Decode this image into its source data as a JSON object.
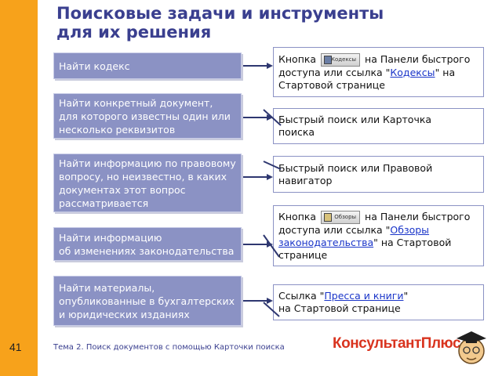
{
  "title": {
    "line1": "Поисковые задачи и инструменты",
    "line2": "для их решения"
  },
  "rows": [
    {
      "task": [
        "Найти кодекс"
      ],
      "answer": {
        "line1": {
          "pre": "Кнопка ",
          "button_label": "Кодексы",
          "post": " на Панели быстрого"
        },
        "line2": {
          "pre": "доступа или ссылка \"",
          "link": "Кодексы",
          "post": "\" на"
        },
        "line3": "Стартовой странице"
      }
    },
    {
      "task": [
        "Найти конкретный документ,",
        "для которого известны один или",
        "несколько реквизитов"
      ],
      "answer": {
        "line1": "Быстрый поиск или Карточка",
        "line2": "поиска"
      }
    },
    {
      "task": [
        "Найти информацию по правовому",
        "вопросу, но неизвестно, в каких",
        "документах этот вопрос",
        "рассматривается"
      ],
      "answer": {
        "line1": "Быстрый поиск или Правовой",
        "line2": "навигатор"
      }
    },
    {
      "task": [
        "Найти информацию",
        "об изменениях законодательства"
      ],
      "answer": {
        "line1": {
          "pre": "Кнопка ",
          "button_label": "Обзоры",
          "post": " на Панели быстрого"
        },
        "line2": {
          "pre": "доступа или ссылка \"",
          "link": "Обзоры"
        },
        "line3": {
          "link": "законодательства",
          "post": "\" на Стартовой"
        },
        "line4": "странице"
      }
    },
    {
      "task": [
        "Найти материалы,",
        "опубликованные в бухгалтерских",
        "и юридических изданиях"
      ],
      "answer": {
        "line1": {
          "pre": "Ссылка \"",
          "link": "Пресса и книги",
          "post": "\""
        },
        "line2": "на Стартовой странице"
      }
    }
  ],
  "footer": {
    "page_number": "41",
    "text": "Тема 2. Поиск документов с помощью Карточки поиска"
  },
  "logo": {
    "text": "КонсультантПлюс"
  },
  "colors": {
    "sidebar": "#f7a21b",
    "title": "#3a3f8f",
    "task_box": "#8b92c4",
    "link": "#1a35c9",
    "logo": "#d9341f"
  },
  "icons": {
    "arrow": "arrow-right-icon",
    "codex_button": "codex-button-icon",
    "reviews_button": "reviews-button-icon",
    "mascot": "professor-mascot-icon"
  }
}
